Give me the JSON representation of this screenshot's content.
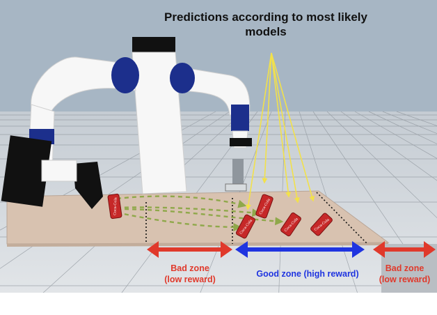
{
  "title": "Predictions according to most likely models",
  "zones": {
    "bad_left": {
      "name": "Bad zone",
      "detail": "(low reward)",
      "color": "#e0392b"
    },
    "good": {
      "name": "Good zone",
      "detail": "(high reward)",
      "color": "#1f34e0"
    },
    "bad_right": {
      "name": "Bad zone",
      "detail": "(low reward)",
      "color": "#e0392b"
    }
  },
  "can_label": "Coca-Cola",
  "colors": {
    "sky": "#a7b6c4",
    "floor": "#cfd4d9",
    "table": "#d8c2b0",
    "robot_white": "#f7f7f7",
    "robot_blue": "#1c2f8c",
    "robot_black": "#111111",
    "prediction_lines": "#f2e14a",
    "trajectories": "#8fa84a",
    "can_red": "#c62828"
  }
}
